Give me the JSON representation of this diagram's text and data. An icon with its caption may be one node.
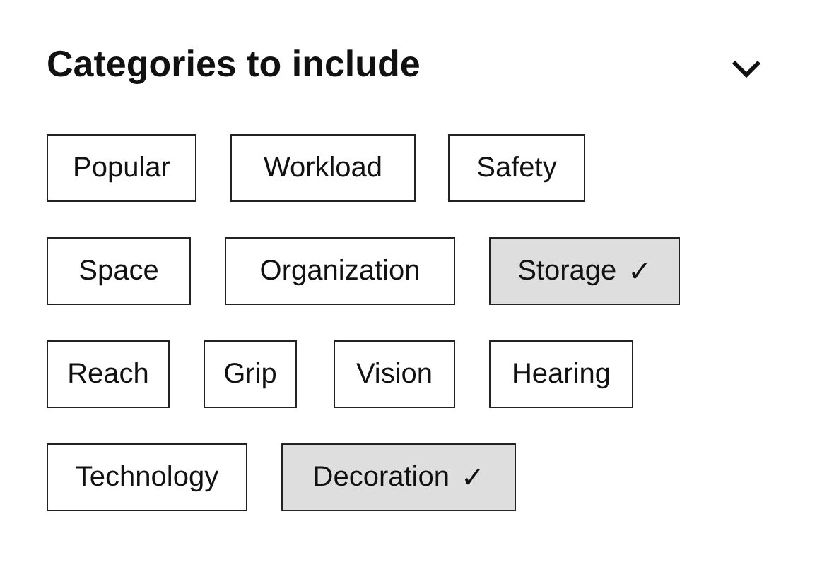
{
  "diagram": {
    "title": "Categories to include",
    "nodes": [
      {
        "text": [
          "Popular"
        ]
      },
      {
        "text": [
          "Workload"
        ]
      },
      {
        "text": [
          "Safety"
        ]
      },
      {
        "text": [
          "Space"
        ]
      },
      {
        "text": [
          "Organization"
        ]
      },
      {
        "text": [
          "Storage",
          "✓"
        ]
      },
      {
        "text": [
          "Reach"
        ]
      },
      {
        "text": [
          "Grip"
        ]
      },
      {
        "text": [
          "Vision"
        ]
      },
      {
        "text": [
          "Hearing"
        ]
      },
      {
        "text": [
          "Technology"
        ]
      },
      {
        "text": [
          "Decoration",
          "✓"
        ]
      }
    ]
  }
}
